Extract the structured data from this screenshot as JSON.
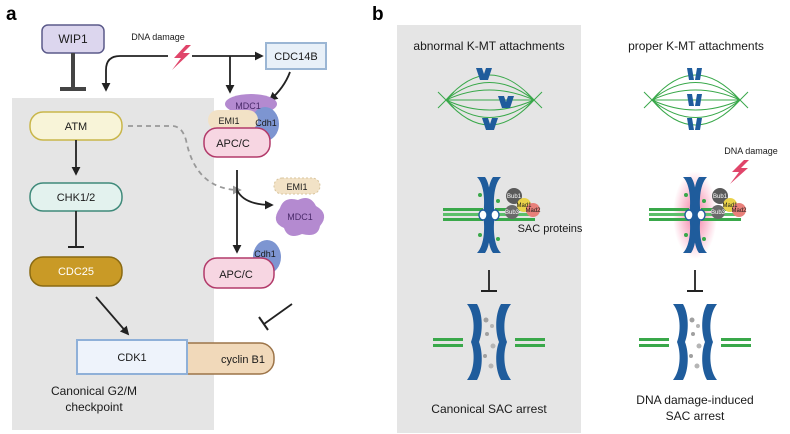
{
  "panels": {
    "a": {
      "letter": "a",
      "wip1": "WIP1",
      "dna_damage": "DNA damage",
      "cdc14b": "CDC14B",
      "atm": "ATM",
      "chk": "CHK1/2",
      "cdc25": "CDC25",
      "cdk1": "CDK1",
      "cyclin": "cyclin B1",
      "mdc1_top": "MDC1",
      "emi1_top": "EMI1",
      "cdh1_top": "Cdh1",
      "apc_top": "APC/C",
      "emi1_free": "EMI1",
      "mdc1_free": "MDC1",
      "apc_bottom": "APC/C",
      "cdh1_bottom": "Cdh1",
      "checkpoint_line1": "Canonical G2/M",
      "checkpoint_line2": "checkpoint"
    },
    "b": {
      "letter": "b",
      "left_title": "abnormal K-MT attachments",
      "right_title": "proper K-MT attachments",
      "dna_damage": "DNA damage",
      "sac_proteins": "SAC proteins",
      "left_caption": "Canonical SAC arrest",
      "right_caption_line1": "DNA damage-induced",
      "right_caption_line2": "SAC arrest",
      "sac_labels": [
        "Bub1",
        "Bub3",
        "Mad1",
        "Mad2"
      ]
    }
  },
  "colors": {
    "gray_box": "#e5e5e5",
    "wip1_fill": "#dcd6ee",
    "wip1_stroke": "#5b5a8a",
    "cdc14b_fill": "#e8f0f8",
    "cdc14b_stroke": "#9bb6d4",
    "atm_fill": "#f8f4d8",
    "atm_stroke": "#c9b64a",
    "chk_fill": "#e3f2ee",
    "chk_stroke": "#3f8a7a",
    "cdc25_fill": "#c99a26",
    "cdk1_fill": "#eef3fb",
    "cdk1_stroke": "#8fb0d8",
    "cyclin_fill": "#f1d9ba",
    "apc_fill": "#f7d6e2",
    "apc_stroke": "#b23a6a",
    "mdc1_fill": "#b48ad0",
    "cdh1_fill": "#7d95d1",
    "emi1_fill": "#f2e2c6",
    "bolt": "#e0456a",
    "spindle": "#39a84a",
    "chromosome": "#1f5c9c"
  }
}
